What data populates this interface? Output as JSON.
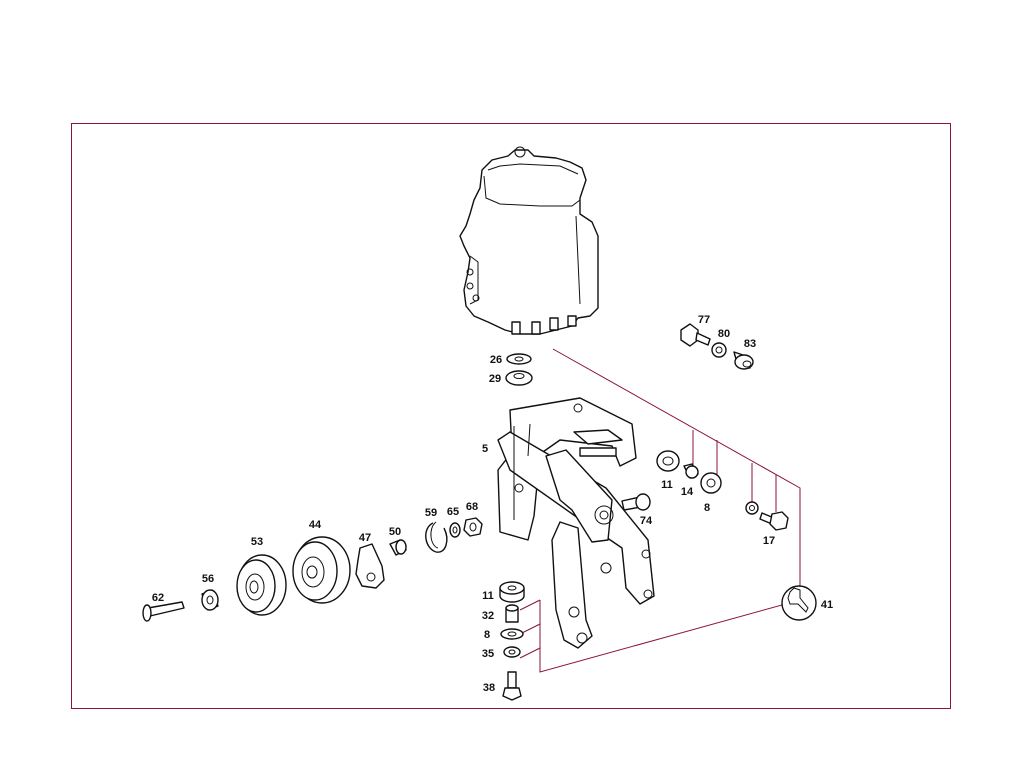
{
  "diagram": {
    "colors": {
      "frame": "#8a1538",
      "leader": "#8a1538",
      "ink": "#111111",
      "background": "#ffffff"
    },
    "callouts": {
      "c77": "77",
      "c80": "80",
      "c83": "83",
      "c26": "26",
      "c29": "29",
      "c5": "5",
      "c11a": "11",
      "c14": "14",
      "c8a": "8",
      "c74": "74",
      "c17": "17",
      "c59": "59",
      "c65": "65",
      "c68": "68",
      "c44": "44",
      "c47": "47",
      "c50": "50",
      "c53": "53",
      "c56": "56",
      "c62": "62",
      "c11b": "11",
      "c32": "32",
      "c8b": "8",
      "c35": "35",
      "c38": "38",
      "c41": "41"
    }
  }
}
